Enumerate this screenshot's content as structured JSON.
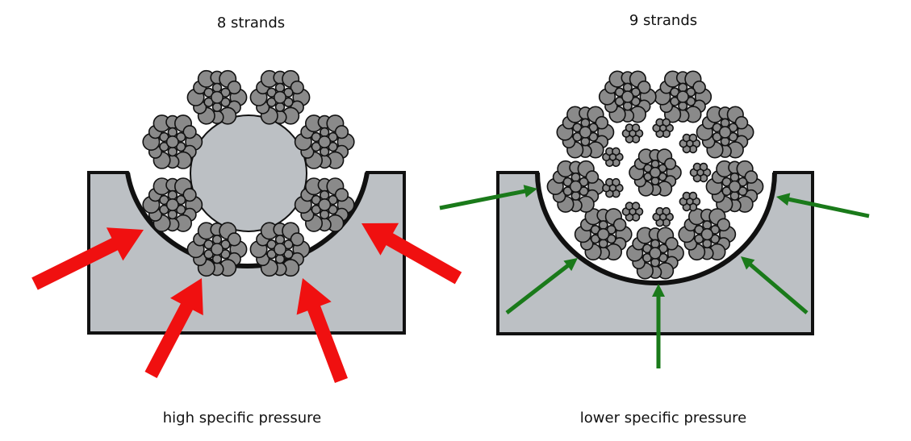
{
  "left_panel": {
    "title": "8 strands",
    "caption": "high specific pressure",
    "strand_count": 8,
    "arrow_color": "#f01010"
  },
  "right_panel": {
    "title": "9 strands",
    "caption": "lower specific pressure",
    "strand_count": 9,
    "arrow_color": "#1a7a1a"
  },
  "colors": {
    "sheave_fill": "#bcc0c4",
    "wire_fill": "#8a8a8a",
    "core_fill": "#bcc0c4",
    "outline": "#111111"
  }
}
